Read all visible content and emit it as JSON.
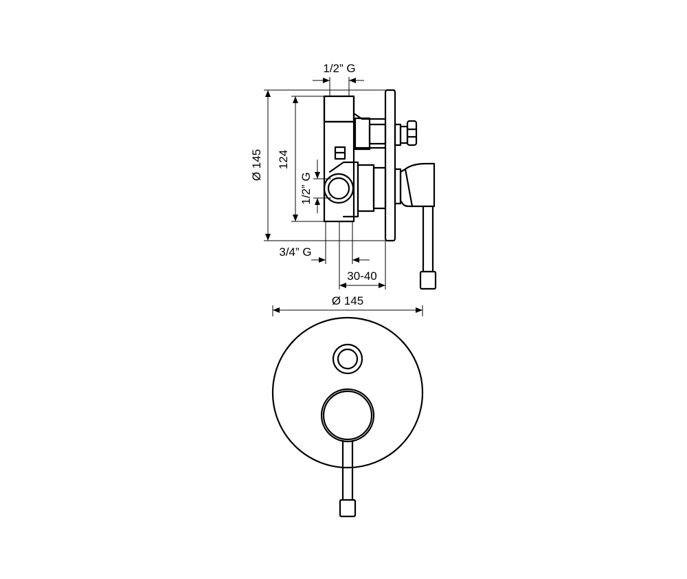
{
  "diagram": {
    "side_view": {
      "thread_top_label": "1/2” G",
      "overall_diameter_label": "Ø 145",
      "body_height_label": "124",
      "thread_side_label": "1/2” G",
      "thread_bottom_label": "3/4” G",
      "depth_range_label": "30-40"
    },
    "front_view": {
      "plate_diameter_label": "Ø 145"
    }
  }
}
